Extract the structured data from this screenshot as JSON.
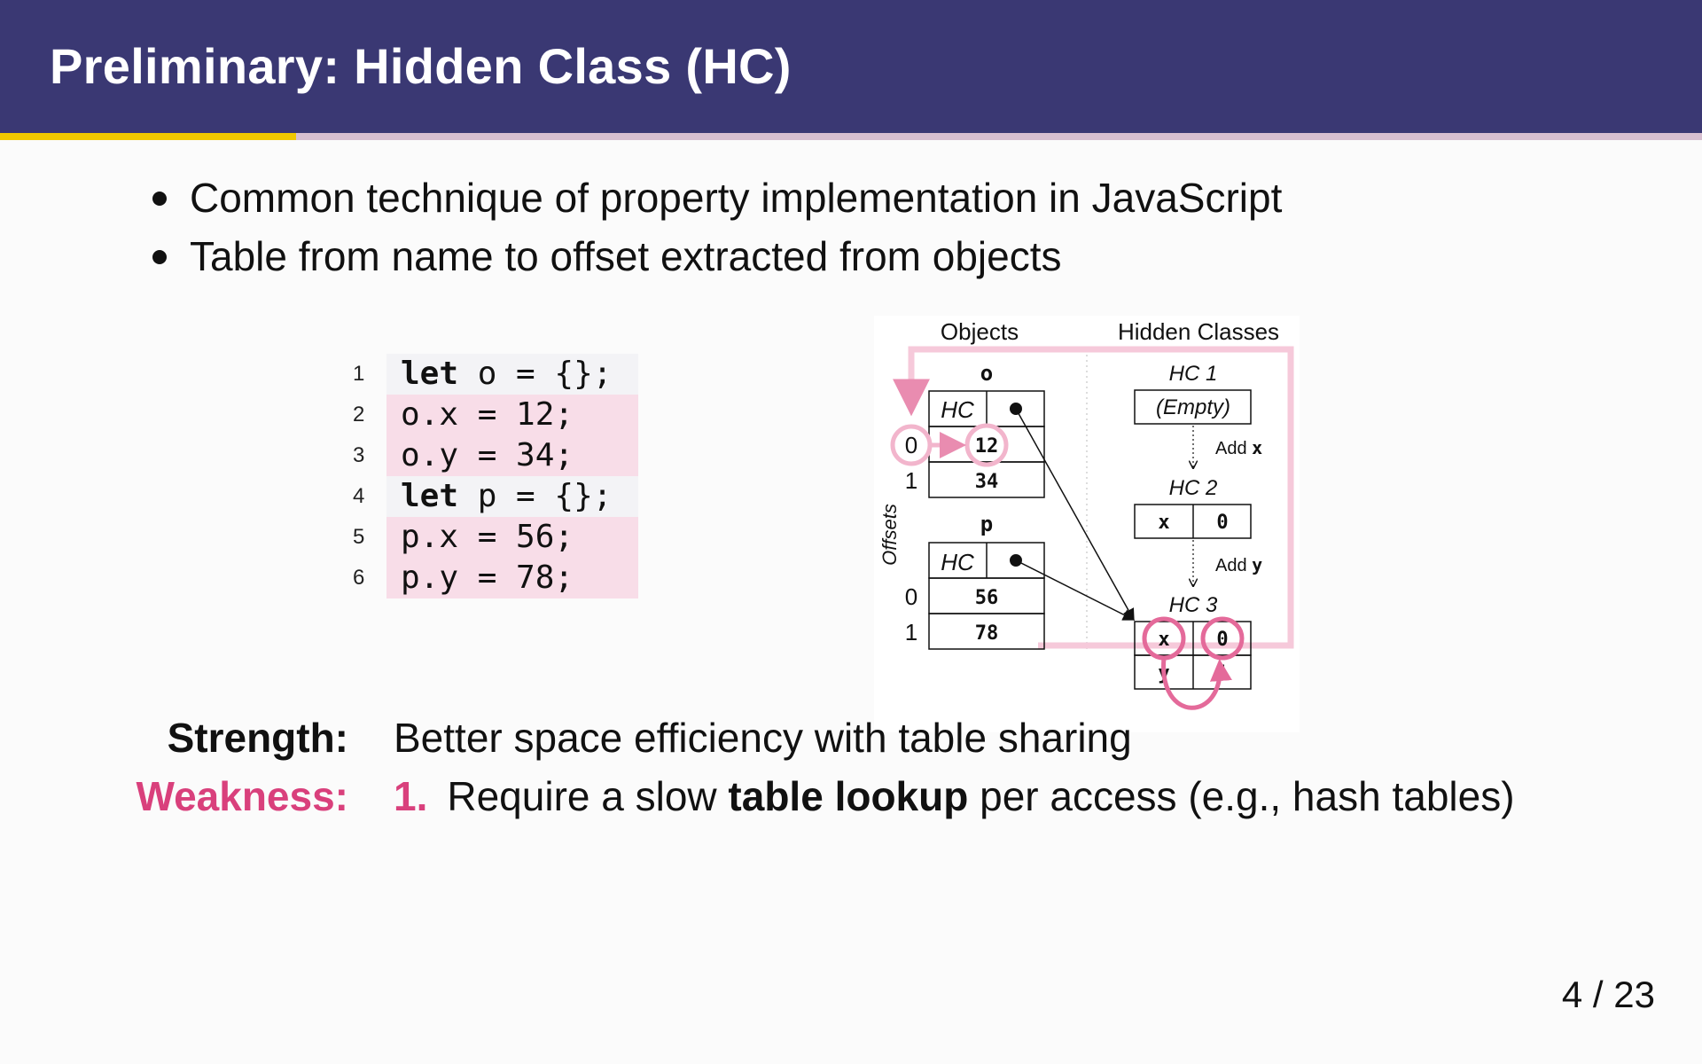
{
  "slide": {
    "title": "Preliminary: Hidden Class (HC)",
    "progress_fraction": 0.174,
    "colors": {
      "header": "#3a3873",
      "progress_done": "#f0c800",
      "progress_rest": "#d7bfd0",
      "accent_pink": "#d9407c",
      "highlight_pink": "#f8dde8"
    },
    "bullets": [
      "Common technique of property implementation in JavaScript",
      "Table from name to offset extracted from objects"
    ],
    "code": {
      "lines": [
        {
          "n": "1",
          "kw": "let",
          "rest": " o = {};",
          "style": "kw"
        },
        {
          "n": "2",
          "kw": "",
          "rest": "o.x = 12;",
          "style": "hl"
        },
        {
          "n": "3",
          "kw": "",
          "rest": "o.y = 34;",
          "style": "hl"
        },
        {
          "n": "4",
          "kw": "let",
          "rest": " p = {};",
          "style": "kw"
        },
        {
          "n": "5",
          "kw": "",
          "rest": "p.x = 56;",
          "style": "hl"
        },
        {
          "n": "6",
          "kw": "",
          "rest": "p.y = 78;",
          "style": "hl"
        }
      ]
    },
    "diagram": {
      "objects_heading": "Objects",
      "hidden_classes_heading": "Hidden Classes",
      "offsets_label": "Offsets",
      "object_o": {
        "name": "o",
        "hc_label": "HC",
        "slots": [
          "12",
          "34"
        ],
        "offsets": [
          "0",
          "1"
        ]
      },
      "object_p": {
        "name": "p",
        "hc_label": "HC",
        "slots": [
          "56",
          "78"
        ],
        "offsets": [
          "0",
          "1"
        ]
      },
      "hc1": {
        "name": "HC 1",
        "content": "(Empty)"
      },
      "transition1": {
        "prefix": "Add",
        "prop": "x"
      },
      "hc2": {
        "name": "HC 2",
        "rows": [
          [
            "x",
            "0"
          ]
        ]
      },
      "transition2": {
        "prefix": "Add",
        "prop": "y"
      },
      "hc3": {
        "name": "HC 3",
        "rows": [
          [
            "x",
            "0"
          ],
          [
            "y",
            "1"
          ]
        ]
      }
    },
    "strength": {
      "label": "Strength:",
      "text": "Better space efficiency with table sharing"
    },
    "weakness": {
      "label": "Weakness:",
      "number": "1.",
      "before": "Require a slow ",
      "bold": "table lookup",
      "after": " per access (e.g., hash tables)"
    },
    "page": "4 / 23"
  }
}
